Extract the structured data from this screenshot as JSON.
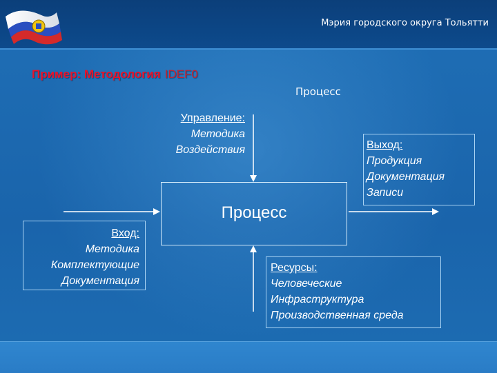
{
  "header": {
    "org_title": "Мэрия городского округа Тольятти"
  },
  "slide": {
    "title": "Пример: Методология",
    "title_tail": "IDEF0",
    "subtitle": "Процесс"
  },
  "diagram": {
    "control": {
      "heading": "Управление:",
      "items": [
        "Методика",
        "Воздействия"
      ]
    },
    "input": {
      "heading": "Вход:",
      "items": [
        "Методика",
        "Комплектующие",
        "Документация"
      ]
    },
    "process": {
      "label": "Процесс"
    },
    "output": {
      "heading": "Выход:",
      "items": [
        "Продукция",
        "Документация",
        "Записи"
      ]
    },
    "resources": {
      "heading": "Ресурсы:",
      "items": [
        "Человеческие",
        "Инфраструктура",
        "Производственная среда"
      ]
    }
  },
  "colors": {
    "background": "#1f6fb6",
    "title_red": "#e8132b",
    "box_border": "#a9d3f3",
    "text": "#ffffff"
  }
}
